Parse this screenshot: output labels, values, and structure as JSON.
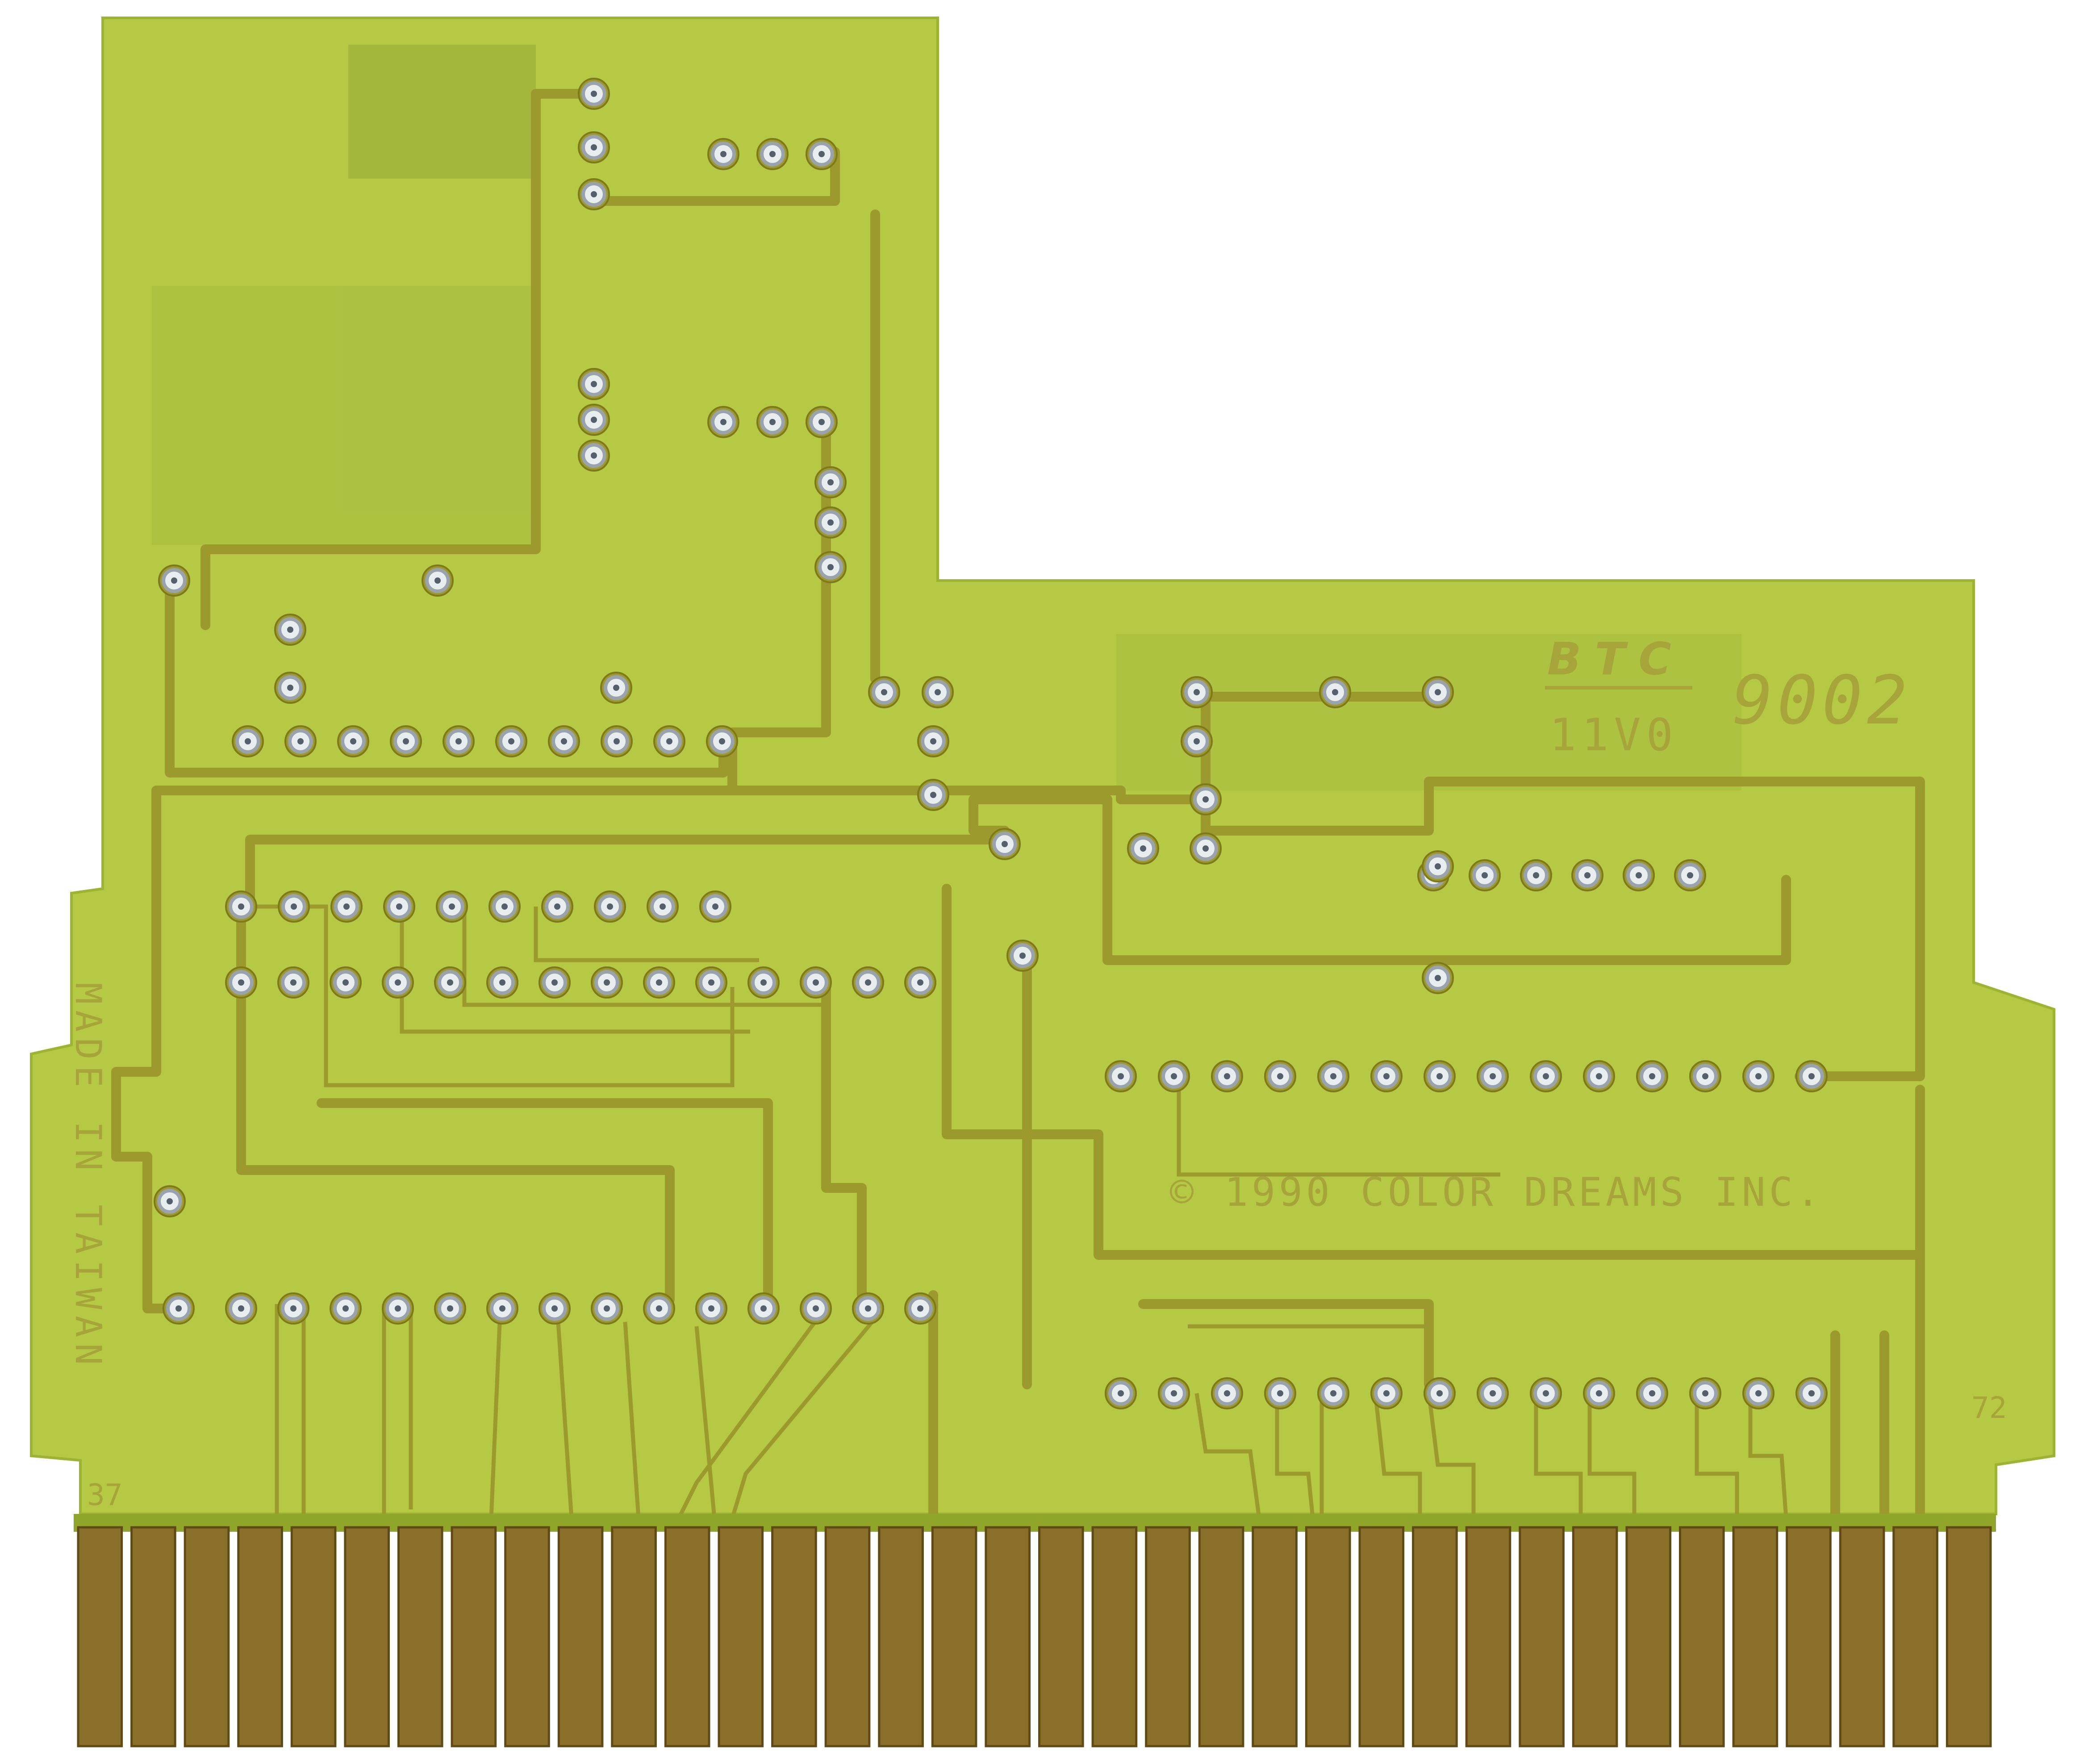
{
  "image": {
    "description_kind": "photo-scan",
    "colors": {
      "background": "#ffffff",
      "board": "#b5c945",
      "board_dark": "#8fa62a",
      "trace": "#9c9a2c",
      "trace_edge": "#7e7a1c",
      "gold": "#8a6f2a",
      "gold_dark": "#5f4914",
      "solder": "#e8edf0",
      "solder_shade": "#9aa3ab",
      "silk": "#a7a43a"
    }
  },
  "labels": {
    "brand": "BTC",
    "code": "11V0",
    "part_number": "9002",
    "copyright": "© 1990 COLOR DREAMS INC.",
    "origin": "MADE IN TAIWAN",
    "pin_start": "37",
    "pin_end": "72"
  },
  "edge_connector": {
    "pin_count": 36
  }
}
